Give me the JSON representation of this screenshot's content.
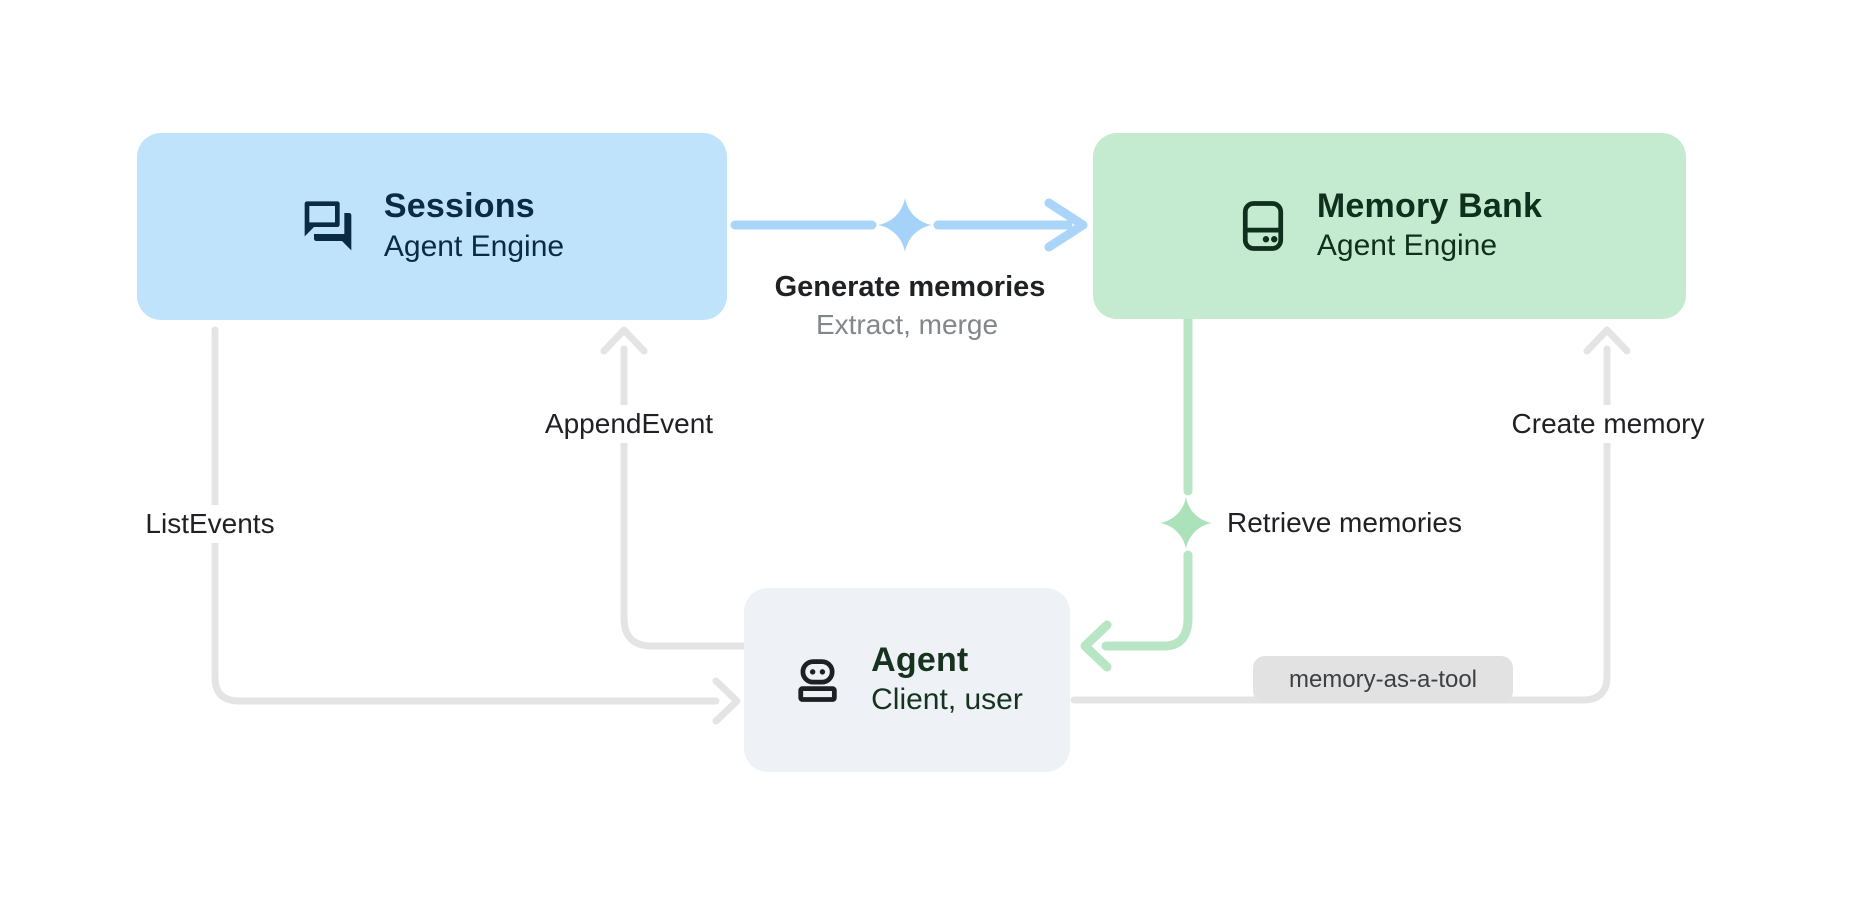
{
  "nodes": {
    "sessions": {
      "title": "Sessions",
      "subtitle": "Agent Engine",
      "icon": "chat-bubbles-icon",
      "bg_color": "#BEE3FA",
      "text_color": "#0B2B44"
    },
    "memory_bank": {
      "title": "Memory Bank",
      "subtitle": "Agent Engine",
      "icon": "memory-storage-icon",
      "bg_color": "#C4EBCF",
      "text_color": "#0F301C"
    },
    "agent": {
      "title": "Agent",
      "subtitle": "Client, user",
      "icon": "robot-icon",
      "bg_color": "#EEF1F6",
      "text_color": "#17331F"
    }
  },
  "edges": {
    "generate_memories": {
      "label": "Generate memories",
      "sublabel": "Extract, merge",
      "from": "sessions",
      "to": "memory_bank",
      "color": "#ABD5F8"
    },
    "append_event": {
      "label": "AppendEvent",
      "from": "agent",
      "to": "sessions",
      "color": "#E4E4E4"
    },
    "list_events": {
      "label": "ListEvents",
      "from": "sessions",
      "to": "agent",
      "color": "#E4E4E4"
    },
    "create_memory": {
      "label": "Create memory",
      "from": "agent",
      "to": "memory_bank",
      "color": "#E4E4E4"
    },
    "retrieve_memories": {
      "label": "Retrieve memories",
      "from": "memory_bank",
      "to": "agent",
      "color": "#B8E6C4"
    },
    "memory_as_a_tool": {
      "label": "memory-as-a-tool",
      "bg_color": "#E2E2E2",
      "text_color": "#3C4043"
    }
  },
  "sparkles": {
    "blue": "#A5D2F8",
    "green": "#ABE2BA"
  },
  "text_colors": {
    "edge_label": "#202124",
    "edge_sublabel": "#82878C"
  }
}
